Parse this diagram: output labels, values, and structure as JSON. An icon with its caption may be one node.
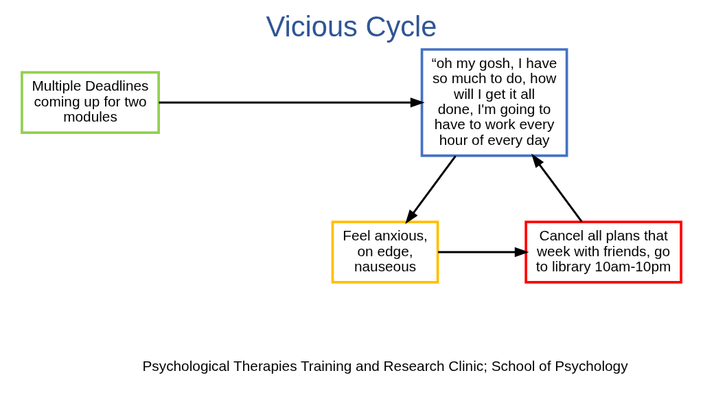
{
  "diagram": {
    "title": "Vicious Cycle",
    "nodes": [
      {
        "text": [
          "Multiple Deadlines coming up for two modules"
        ]
      },
      {
        "text": [
          "“oh my gosh, I have so much to do, how will I get it all done, I'm going to have to work every hour of every day"
        ]
      },
      {
        "text": [
          "Cancel all plans that week with friends, go to library 10am-10pm"
        ]
      },
      {
        "text": [
          "Feel anxious, on edge, nauseous"
        ]
      }
    ],
    "edges": [
      {
        "from": 0,
        "to": 1,
        "arrow": "to"
      },
      {
        "from": 1,
        "to": 3,
        "arrow": "to"
      },
      {
        "from": 3,
        "to": 2,
        "arrow": "to"
      },
      {
        "from": 2,
        "to": 1,
        "arrow": "to"
      }
    ],
    "labels": [
      "Psychological Therapies Training and Research Clinic; School of Psychology"
    ]
  }
}
